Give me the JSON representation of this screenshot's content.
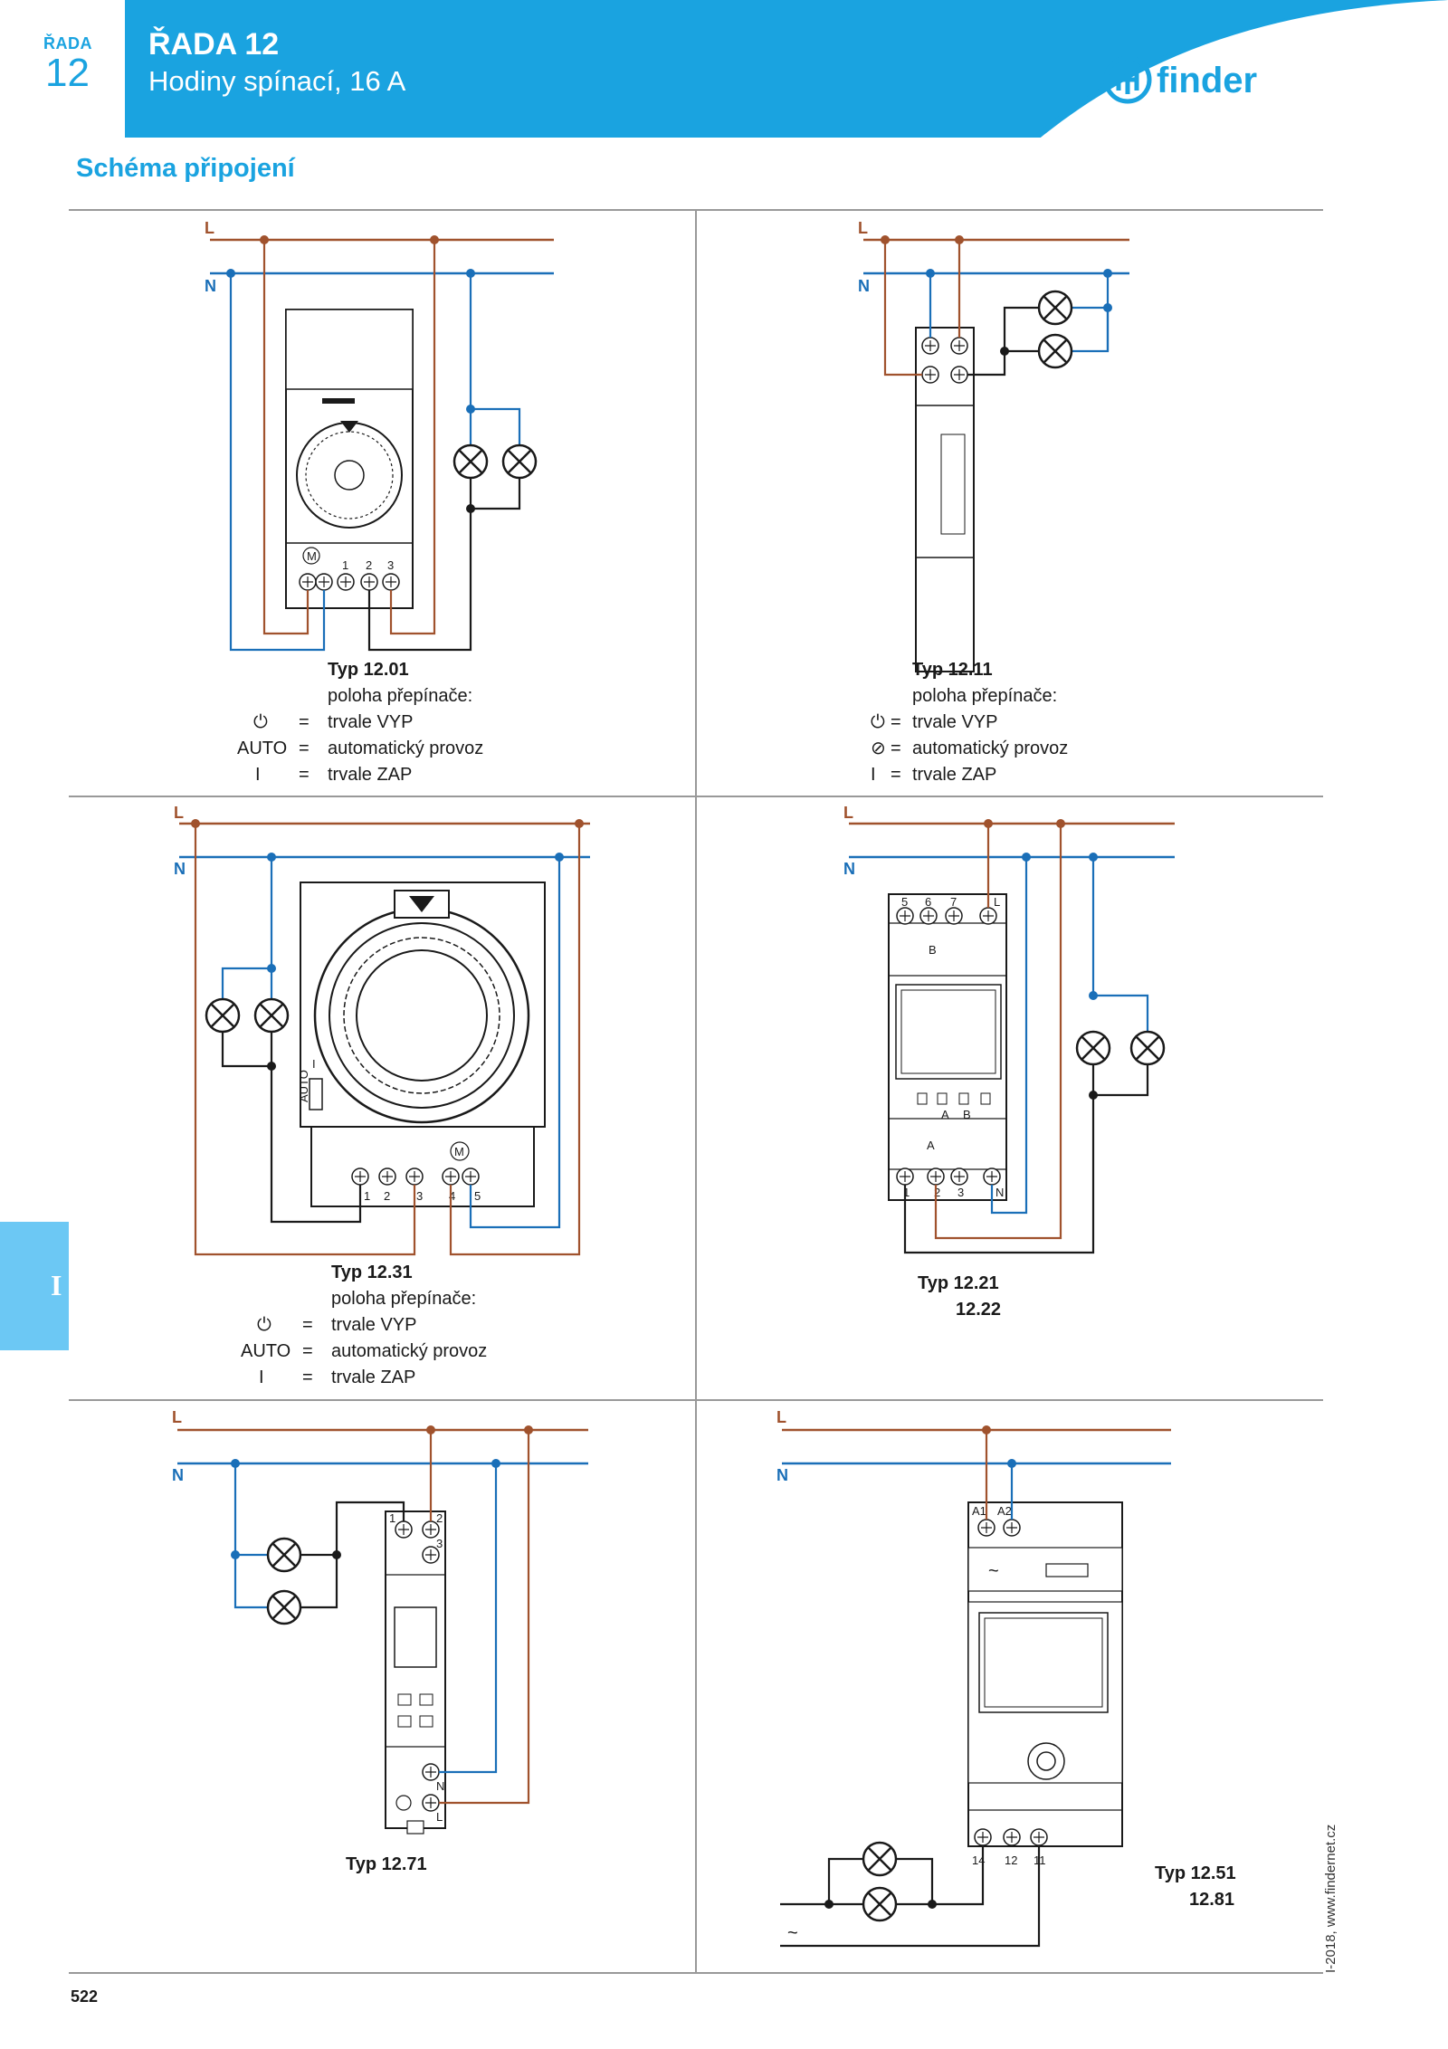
{
  "header": {
    "series_label": "ŘADA",
    "series_number": "12",
    "title": "ŘADA 12",
    "subtitle": "Hodiny spínací, 16 A",
    "brand": "finder",
    "colors": {
      "band": "#1aa3e0",
      "L_wire": "#a0522d",
      "N_wire": "#1a6fb8"
    }
  },
  "section_title": "Schéma připojení",
  "wire_labels": {
    "L": "L",
    "N": "N"
  },
  "diagrams": [
    {
      "type_label": "Typ 12.01",
      "switch_title": "poloha přepínače:",
      "rows": [
        {
          "symbol": "⏻",
          "eq": "=",
          "text": "trvale VYP"
        },
        {
          "symbol": "AUTO",
          "eq": "=",
          "text": "automatický provoz"
        },
        {
          "symbol": "I",
          "eq": "=",
          "text": "trvale ZAP"
        }
      ],
      "terminals": [
        "1",
        "2",
        "3"
      ]
    },
    {
      "type_label": "Typ 12.11",
      "switch_title": "poloha přepínače:",
      "rows": [
        {
          "symbol": "⏻",
          "eq": "=",
          "text": "trvale VYP"
        },
        {
          "symbol": "⊘",
          "eq": "=",
          "text": "automatický provoz"
        },
        {
          "symbol": "I",
          "eq": "=",
          "text": "trvale ZAP"
        }
      ]
    },
    {
      "type_label": "Typ 12.31",
      "switch_title": "poloha přepínače:",
      "rows": [
        {
          "symbol": "⏻",
          "eq": "=",
          "text": "trvale VYP"
        },
        {
          "symbol": "AUTO",
          "eq": "=",
          "text": "automatický provoz"
        },
        {
          "symbol": "I",
          "eq": "=",
          "text": "trvale ZAP"
        }
      ],
      "terminals": [
        "1",
        "2",
        "3",
        "4",
        "5"
      ],
      "switch_marks": [
        "I",
        "AUTO"
      ]
    },
    {
      "type_label": "Typ 12.21",
      "type_label_2": "12.22",
      "top_terminals": [
        "5",
        "6",
        "7",
        "L"
      ],
      "bottom_terminals": [
        "1",
        "2",
        "3",
        "N"
      ],
      "contact_labels": [
        "B",
        "A"
      ],
      "buttons": [
        "A",
        "B"
      ]
    },
    {
      "type_label": "Typ 12.71",
      "terminals": [
        "1",
        "2",
        "3",
        "N",
        "L"
      ]
    },
    {
      "type_label": "Typ 12.51",
      "type_label_2": "12.81",
      "top_terminals": [
        "A1",
        "A2"
      ],
      "bottom_terminals": [
        "14",
        "12",
        "11"
      ]
    }
  ],
  "side_tab": "I",
  "page_number": "522",
  "footer_side": "I-2018, www.findernet.cz"
}
